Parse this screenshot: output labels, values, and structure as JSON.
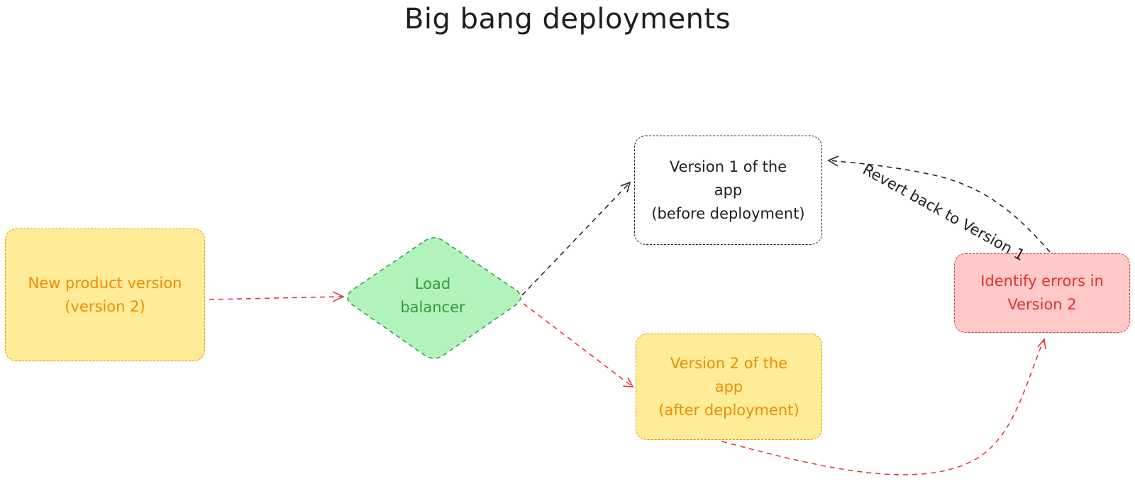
{
  "title": "Big bang deployments",
  "nodes": {
    "new_version": "New product version\n(version 2)",
    "load_balancer": "Load\nbalancer",
    "version1": "Version 1 of the\napp\n(before deployment)",
    "version2": "Version 2 of the\napp\n(after deployment)",
    "identify_errors": "Identify errors in\nVersion 2"
  },
  "edges": {
    "revert_label": "Revert back to Version 1"
  },
  "colors": {
    "orange_fill": "#ffec99",
    "orange_stroke": "#f08c00",
    "green_fill": "#b2f2bb",
    "green_stroke": "#2f9e44",
    "red_fill": "#ffc9c9",
    "red_stroke": "#e03131",
    "black": "#1e1e1e"
  }
}
